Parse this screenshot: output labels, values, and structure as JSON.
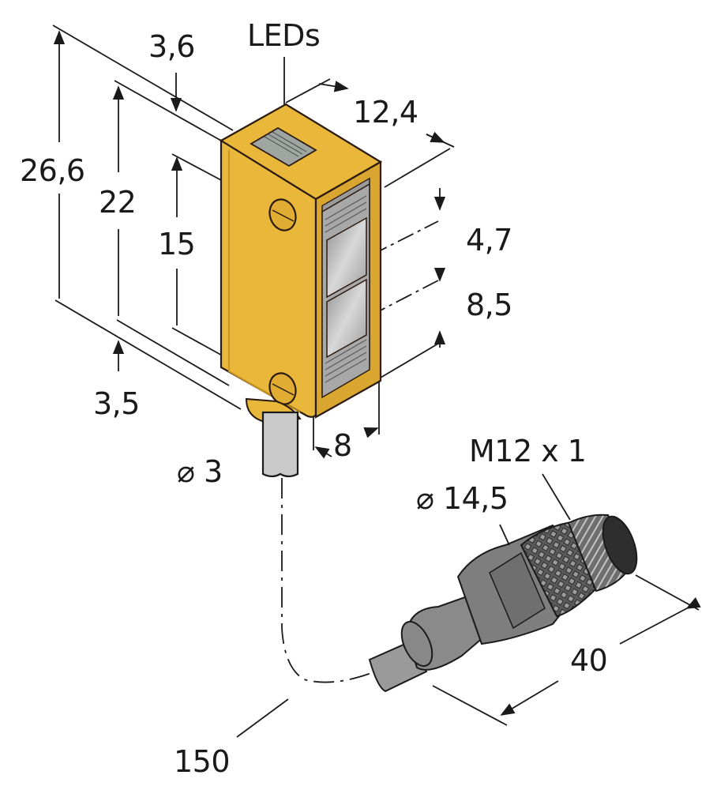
{
  "diagram": {
    "type": "dimension-drawing",
    "subject": "photoelectric sensor with cable and M12 connector",
    "units": "mm",
    "colors": {
      "housing": "#e9b73a",
      "housing_dark": "#c99420",
      "outline": "#2a1a10",
      "lens": "#b9b9b9",
      "cable": "#c8c8c8",
      "connector": "#7a7a7a",
      "dim_line": "#1a1a1a"
    },
    "labels": {
      "leds": "LEDs",
      "top_offset": "3,6",
      "depth": "12,4",
      "total_height": "26,6",
      "mount_spacing_outer": "22",
      "mount_spacing_inner": "15",
      "lens_offset": "4,7",
      "lens_spacing": "8,5",
      "bottom_offset": "3,5",
      "width": "8",
      "cable_diameter": "⌀ 3",
      "connector_thread": "M12 x 1",
      "connector_diameter": "⌀ 14,5",
      "connector_length": "40",
      "cable_length": "150"
    }
  }
}
